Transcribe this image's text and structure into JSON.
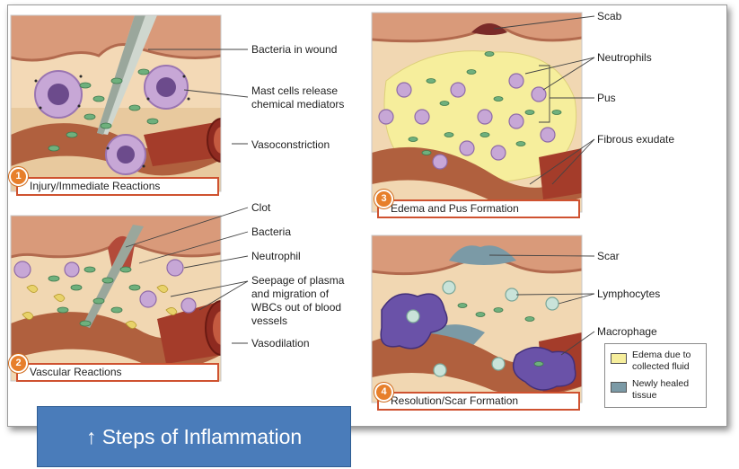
{
  "panels": [
    {
      "number": "1",
      "title": "Injury/Immediate Reactions"
    },
    {
      "number": "2",
      "title": "Vascular Reactions"
    },
    {
      "number": "3",
      "title": "Edema and Pus Formation"
    },
    {
      "number": "4",
      "title": "Resolution/Scar Formation"
    }
  ],
  "labels": {
    "bacteria_in_wound": "Bacteria in wound",
    "mast_cells_line1": "Mast cells release",
    "mast_cells_line2": "chemical mediators",
    "vasoconstriction": "Vasoconstriction",
    "clot": "Clot",
    "bacteria": "Bacteria",
    "neutrophil": "Neutrophil",
    "seepage_line1": "Seepage of plasma",
    "seepage_line2": "and migration of",
    "seepage_line3": "WBCs out of blood",
    "seepage_line4": "vessels",
    "vasodilation": "Vasodilation",
    "scab": "Scab",
    "neutrophils": "Neutrophils",
    "pus": "Pus",
    "fibrous_exudate": "Fibrous exudate",
    "scar": "Scar",
    "lymphocytes": "Lymphocytes",
    "macrophage": "Macrophage"
  },
  "legend": {
    "edema_line1": "Edema due to",
    "edema_line2": "collected fluid",
    "edema_color": "#f6ee9c",
    "healed_line1": "Newly healed",
    "healed_line2": "tissue",
    "healed_color": "#7b9aa6"
  },
  "banner": {
    "text": "↑ Steps of Inflammation"
  },
  "colors": {
    "panel_border": "#cf5230",
    "number_badge": "#e77f2b",
    "banner": "#4a7cba"
  }
}
